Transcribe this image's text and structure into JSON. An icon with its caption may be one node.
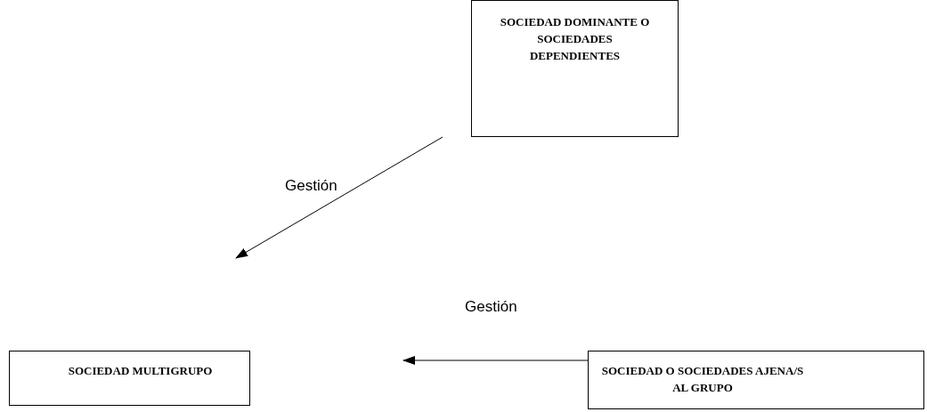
{
  "diagram": {
    "nodes": [
      {
        "text": [
          "SOCIEDAD DOMINANTE O SOCIEDADES DEPENDIENTES"
        ]
      },
      {
        "text": [
          "SOCIEDAD MULTIGRUPO"
        ]
      },
      {
        "text": [
          "SOCIEDAD O SOCIEDADES AJENA/S AL GRUPO"
        ]
      }
    ],
    "edges": [
      {
        "from": 0,
        "to": null,
        "arrow": "to",
        "label": "Gestión"
      },
      {
        "from": 2,
        "to": null,
        "arrow": "to",
        "label": "Gestión"
      }
    ]
  }
}
